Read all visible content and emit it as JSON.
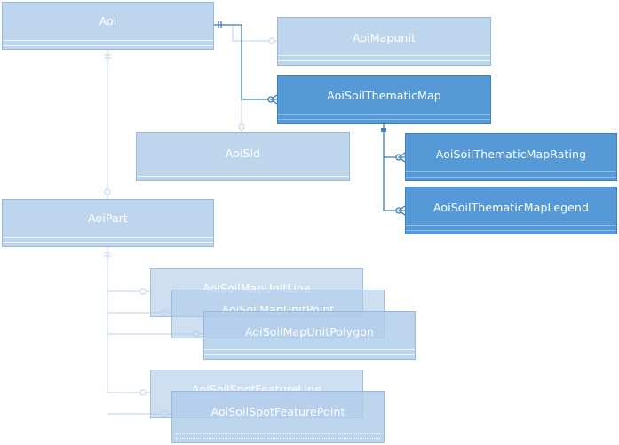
{
  "diagram": {
    "entities": {
      "aoi": "Aoi",
      "aoi_mapunit": "AoiMapunit",
      "aoi_soil_thematic_map": "AoiSoilThematicMap",
      "aoi_sld": "AoiSld",
      "aoi_soil_thematic_map_rating": "AoiSoilThematicMapRating",
      "aoi_soil_thematic_map_legend": "AoiSoilThematicMapLegend",
      "aoi_part": "AoiPart",
      "aoi_soil_map_unit_line": "AoiSoilMapUnitLine",
      "aoi_soil_map_unit_point": "AoiSoilMapUnitPoint",
      "aoi_soil_map_unit_polygon": "AoiSoilMapUnitPolygon",
      "aoi_soil_spot_feature_line": "AoiSoilSpotFeatureLine",
      "aoi_soil_spot_feature_point": "AoiSoilSpotFeaturePoint"
    },
    "colors": {
      "entity_light": "#b0ccea",
      "entity_selected": "#5599d7",
      "connector_light": "#c5d9ee",
      "connector_selected": "#3d7ab8"
    }
  }
}
